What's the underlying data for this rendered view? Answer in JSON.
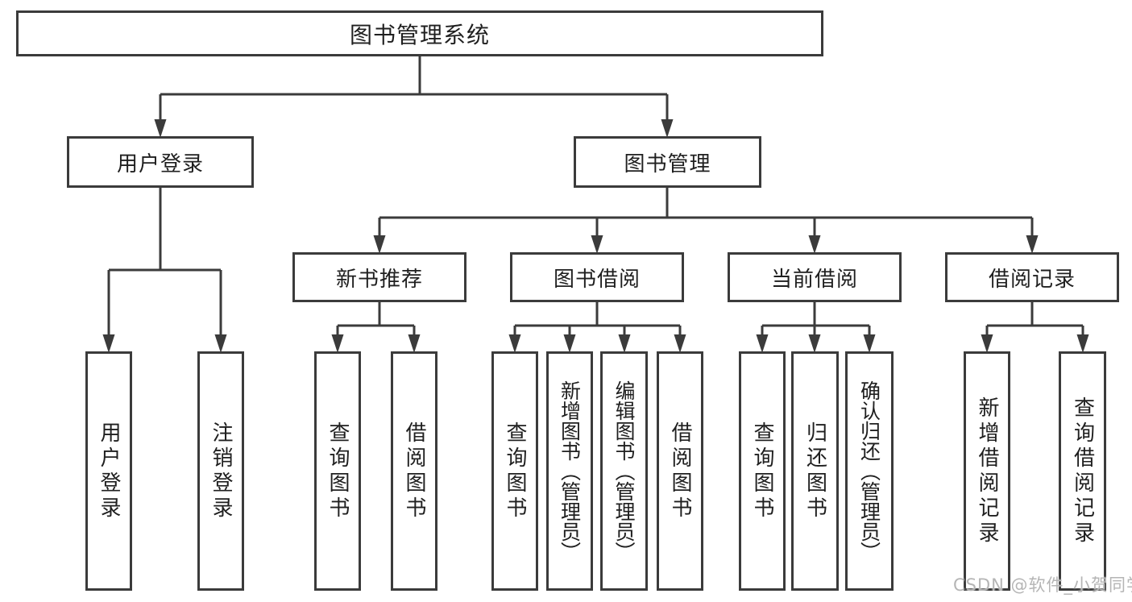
{
  "colors": {
    "line": "#3b3b3b",
    "text": "#1f1f1f",
    "watermark": "#b5b5b5"
  },
  "diagram": {
    "root": {
      "label": "图书管理系统"
    },
    "branches": [
      {
        "label": "用户登录",
        "children": [
          {
            "label": "用户登录"
          },
          {
            "label": "注销登录"
          }
        ]
      },
      {
        "label": "图书管理",
        "groups": [
          {
            "label": "新书推荐",
            "children": [
              {
                "label": "查询图书"
              },
              {
                "label": "借阅图书"
              }
            ]
          },
          {
            "label": "图书借阅",
            "children": [
              {
                "label": "查询图书"
              },
              {
                "label": "新增图书（管理员）"
              },
              {
                "label": "编辑图书（管理员）"
              },
              {
                "label": "借阅图书"
              }
            ]
          },
          {
            "label": "当前借阅",
            "children": [
              {
                "label": "查询图书"
              },
              {
                "label": "归还图书"
              },
              {
                "label": "确认归还（管理员）"
              }
            ]
          },
          {
            "label": "借阅记录",
            "children": [
              {
                "label": "新增借阅记录"
              },
              {
                "label": "查询借阅记录"
              }
            ]
          }
        ]
      }
    ]
  },
  "watermark": {
    "text": "CSDN @软件_小贺同学"
  }
}
